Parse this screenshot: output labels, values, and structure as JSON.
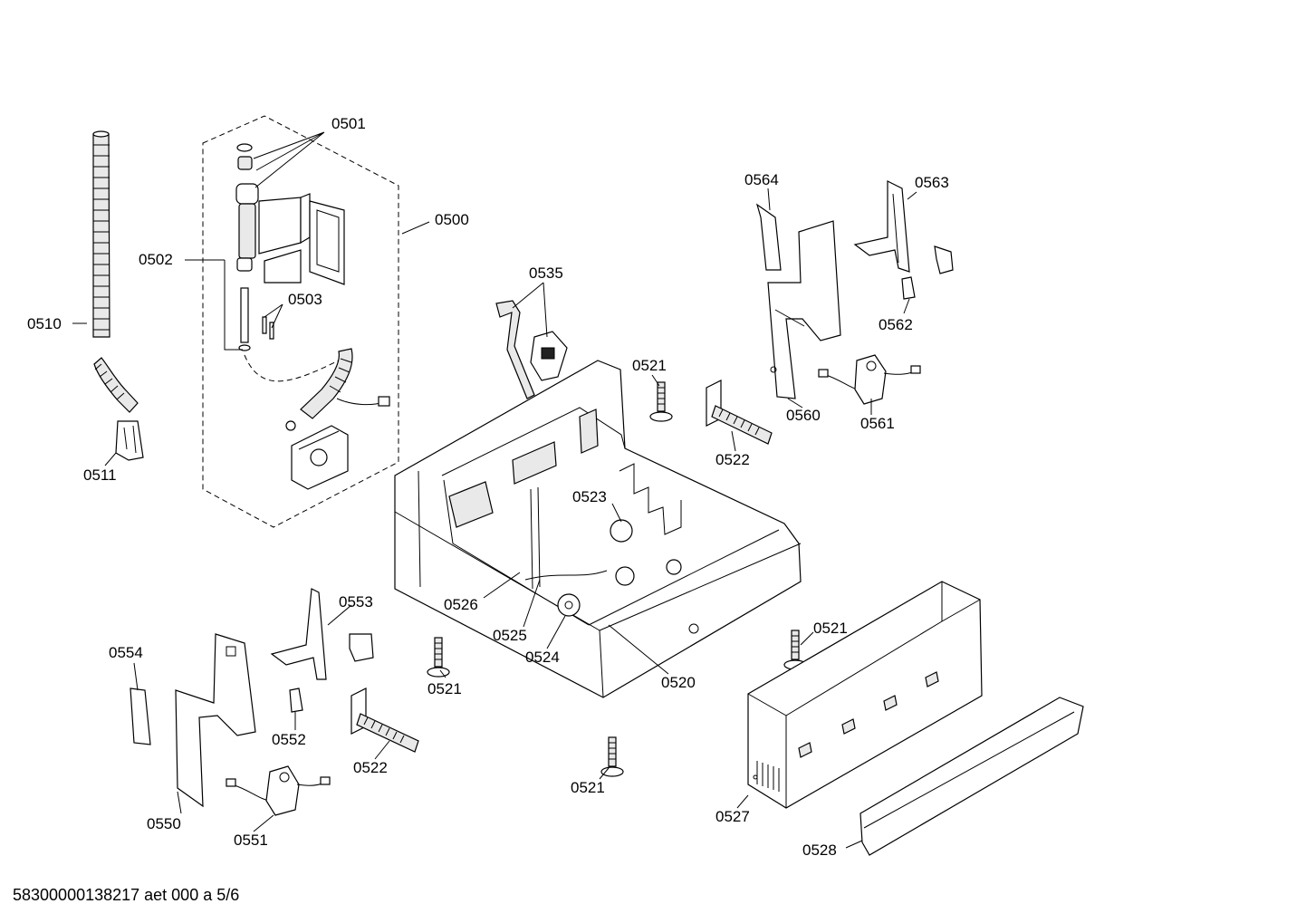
{
  "labels": {
    "p0500": "0500",
    "p0501": "0501",
    "p0502": "0502",
    "p0503": "0503",
    "p0510": "0510",
    "p0511": "0511",
    "p0535": "0535",
    "p0564": "0564",
    "p0563": "0563",
    "p0562": "0562",
    "p0560": "0560",
    "p0561": "0561",
    "p0521": "0521",
    "p0522": "0522",
    "p0523": "0523",
    "p0526": "0526",
    "p0525": "0525",
    "p0524": "0524",
    "p0520": "0520",
    "p0527": "0527",
    "p0528": "0528",
    "p0553": "0553",
    "p0554": "0554",
    "p0552": "0552",
    "p0550": "0550",
    "p0551": "0551"
  },
  "footer": "58300000138217 aet 000 a 5/6"
}
